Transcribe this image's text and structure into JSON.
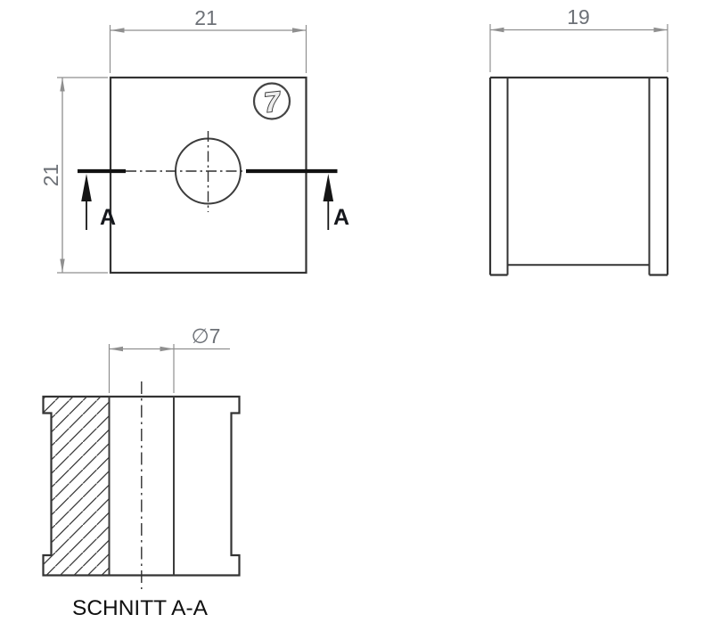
{
  "drawing": {
    "type": "technical-drawing",
    "caption": "SCHNITT A-A",
    "views": {
      "front": {
        "width_dim": "21",
        "height_dim": "21",
        "balloon": "7",
        "section_label_left": "A",
        "section_label_right": "A"
      },
      "side": {
        "width_dim": "19"
      },
      "section": {
        "diameter_dim": "∅7",
        "caption": "SCHNITT A-A"
      }
    },
    "colors": {
      "background": "#ffffff",
      "part_outline": "#333333",
      "dimension_lines": "#8f8f8f",
      "dimension_text": "#6d7177",
      "section_cut_line": "#121212",
      "label_text": "#16181d"
    }
  }
}
